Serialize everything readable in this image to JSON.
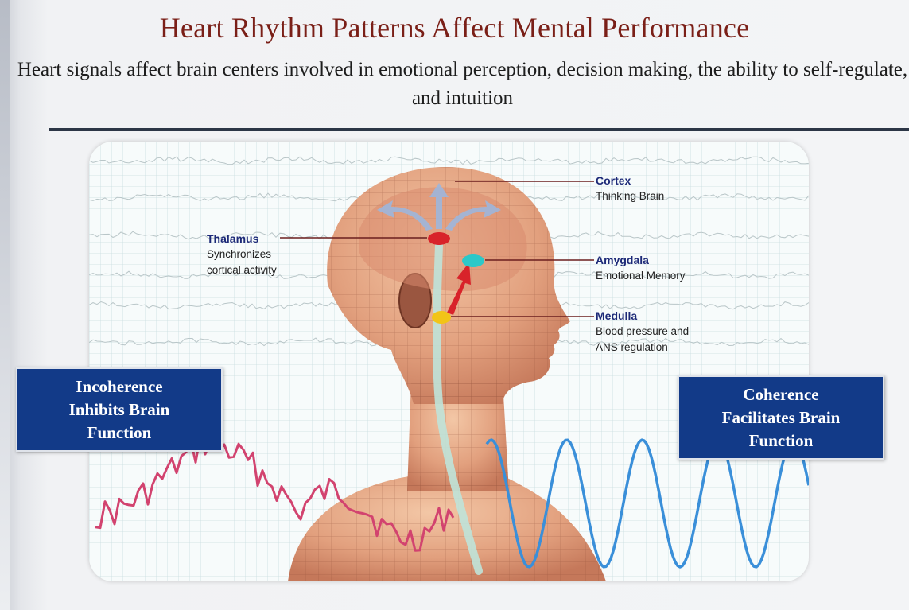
{
  "title": "Heart Rhythm Patterns Affect Mental Performance",
  "subtitle": "Heart signals affect brain centers involved in emotional perception, decision making, the ability to self-regulate, and intuition",
  "labels": {
    "cortex": {
      "name": "Cortex",
      "desc": "Thinking Brain"
    },
    "thalamus": {
      "name": "Thalamus",
      "desc_line1": "Synchronizes",
      "desc_line2": "cortical activity"
    },
    "amygdala": {
      "name": "Amygdala",
      "desc": "Emotional Memory"
    },
    "medulla": {
      "name": "Medulla",
      "desc_line1": "Blood pressure and",
      "desc_line2": "ANS regulation"
    }
  },
  "boxes": {
    "incoherence": {
      "line1": "Incoherence",
      "line2": "Inhibits Brain",
      "line3": "Function"
    },
    "coherence": {
      "line1": "Coherence",
      "line2": "Facilitates Brain",
      "line3": "Function"
    }
  },
  "colors": {
    "title": "#7a1f17",
    "box": "#123a88",
    "incoherent_wave": "#d2436f",
    "coherent_wave": "#3a8fd9",
    "thalamus_dot": "#d8232a",
    "amygdala_dot": "#2cc8c8",
    "medulla_dot": "#f2c417"
  }
}
